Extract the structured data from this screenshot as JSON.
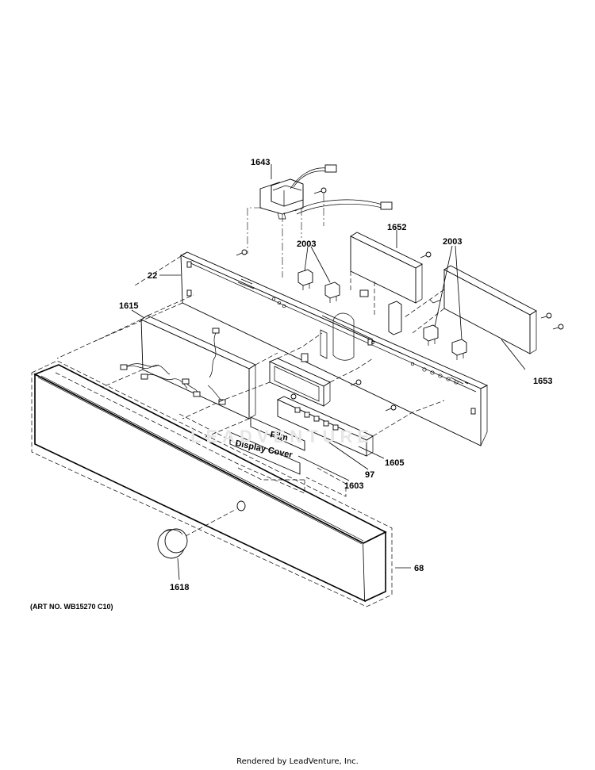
{
  "callouts": {
    "c1643": "1643",
    "c1652": "1652",
    "c2003a": "2003",
    "c2003b": "2003",
    "c22": "22",
    "c1615": "1615",
    "c1653": "1653",
    "c1605": "1605",
    "c97": "97",
    "c1603": "1603",
    "c68": "68",
    "c1618": "1618"
  },
  "boxes": {
    "film": "Film",
    "display_cover": "Display Cover"
  },
  "watermark": "LEADVENTURE",
  "art_number": "(ART NO. WB15270 C10)",
  "footer": "Rendered by LeadVenture, Inc."
}
